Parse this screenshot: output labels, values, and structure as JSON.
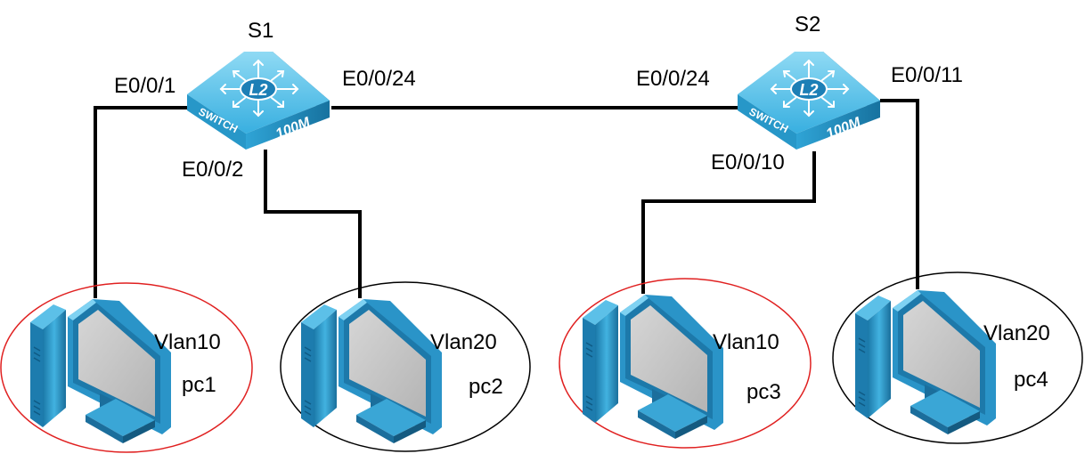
{
  "diagram": {
    "switches": [
      {
        "id": "s1",
        "label": "S1",
        "badge": "L2",
        "text_left": "SWITCH",
        "text_right": "100M",
        "ports": [
          {
            "id": "s1-e0-0-1",
            "label": "E0/0/1"
          },
          {
            "id": "s1-e0-0-24",
            "label": "E0/0/24"
          },
          {
            "id": "s1-e0-0-2",
            "label": "E0/0/2"
          }
        ]
      },
      {
        "id": "s2",
        "label": "S2",
        "badge": "L2",
        "text_left": "SWITCH",
        "text_right": "100M",
        "ports": [
          {
            "id": "s2-e0-0-24",
            "label": "E0/0/24"
          },
          {
            "id": "s2-e0-0-11",
            "label": "E0/0/11"
          },
          {
            "id": "s2-e0-0-10",
            "label": "E0/0/10"
          }
        ]
      }
    ],
    "pcs": [
      {
        "id": "pc1",
        "name": "pc1",
        "vlan": "Vlan10",
        "ring_color": "#e02020"
      },
      {
        "id": "pc2",
        "name": "pc2",
        "vlan": "Vlan20",
        "ring_color": "#000000"
      },
      {
        "id": "pc3",
        "name": "pc3",
        "vlan": "Vlan10",
        "ring_color": "#e02020"
      },
      {
        "id": "pc4",
        "name": "pc4",
        "vlan": "Vlan20",
        "ring_color": "#000000"
      }
    ],
    "colors": {
      "link": "#000000",
      "switch_top": "#5fc6ea",
      "switch_front": "#1d8fc4",
      "switch_side": "#2b6fa0",
      "pc_body": "#3aa6d6",
      "pc_dark": "#1b6e9c",
      "screen": "#c4c4c4"
    }
  }
}
